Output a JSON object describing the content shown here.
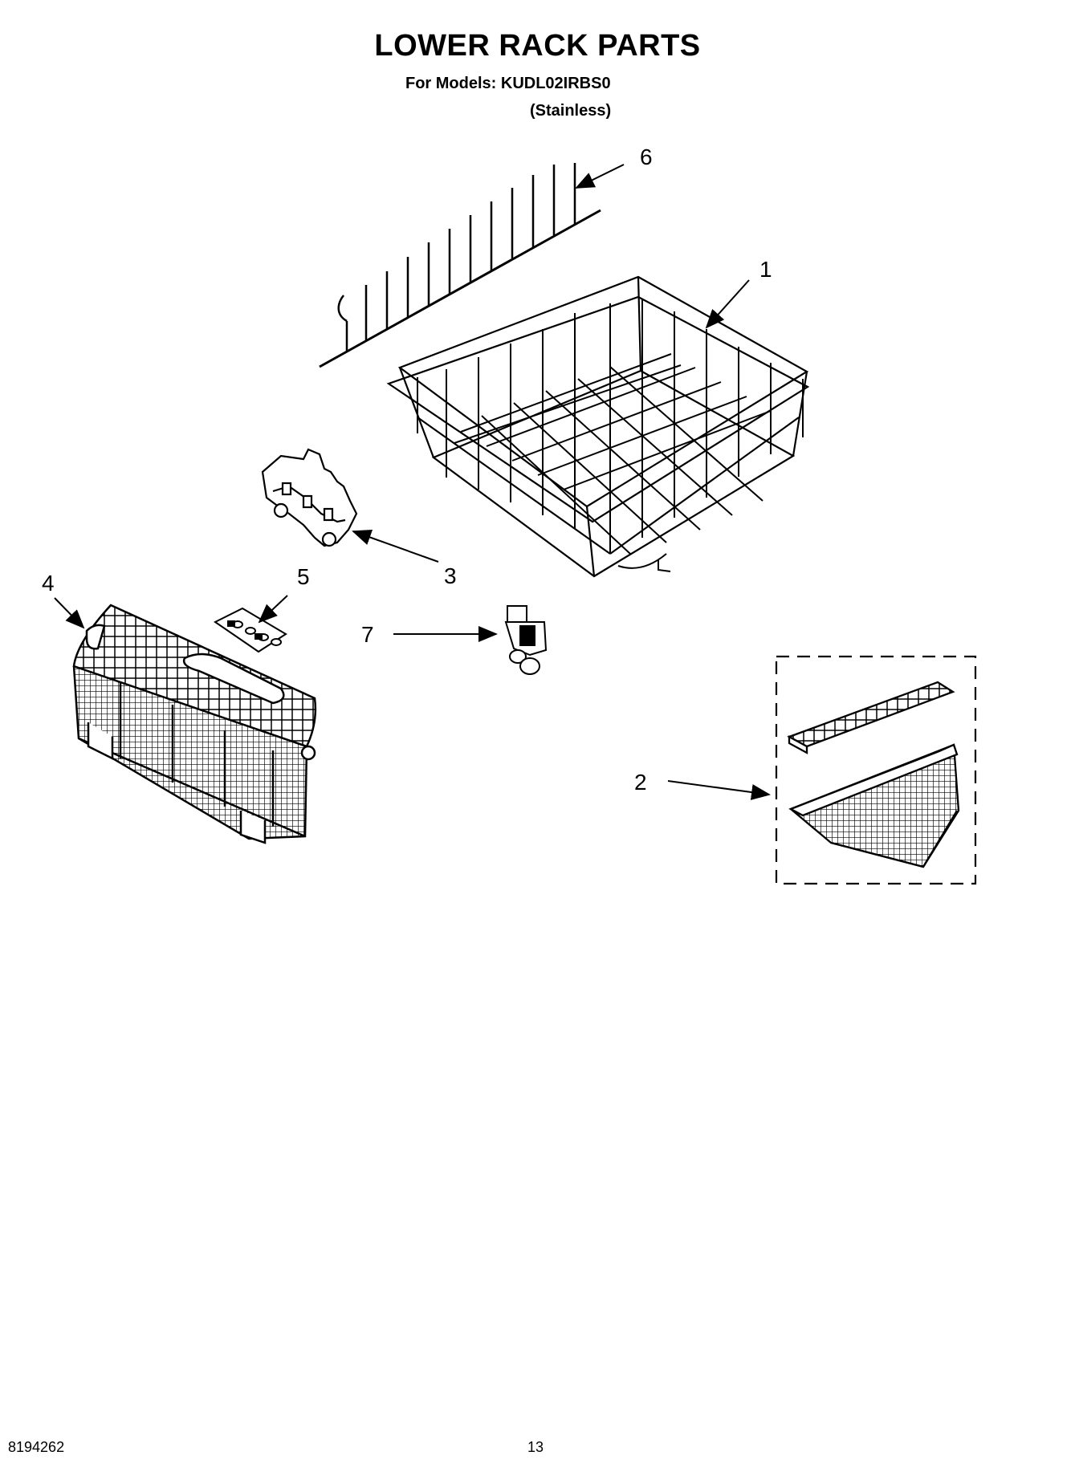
{
  "header": {
    "title": "LOWER RACK PARTS",
    "models_line": "For Models: KUDL02IRBS0",
    "finish_line": "(Stainless)"
  },
  "callouts": [
    "1",
    "2",
    "3",
    "4",
    "5",
    "6",
    "7"
  ],
  "footer": {
    "doc_number": "8194262",
    "page_number": "13"
  }
}
